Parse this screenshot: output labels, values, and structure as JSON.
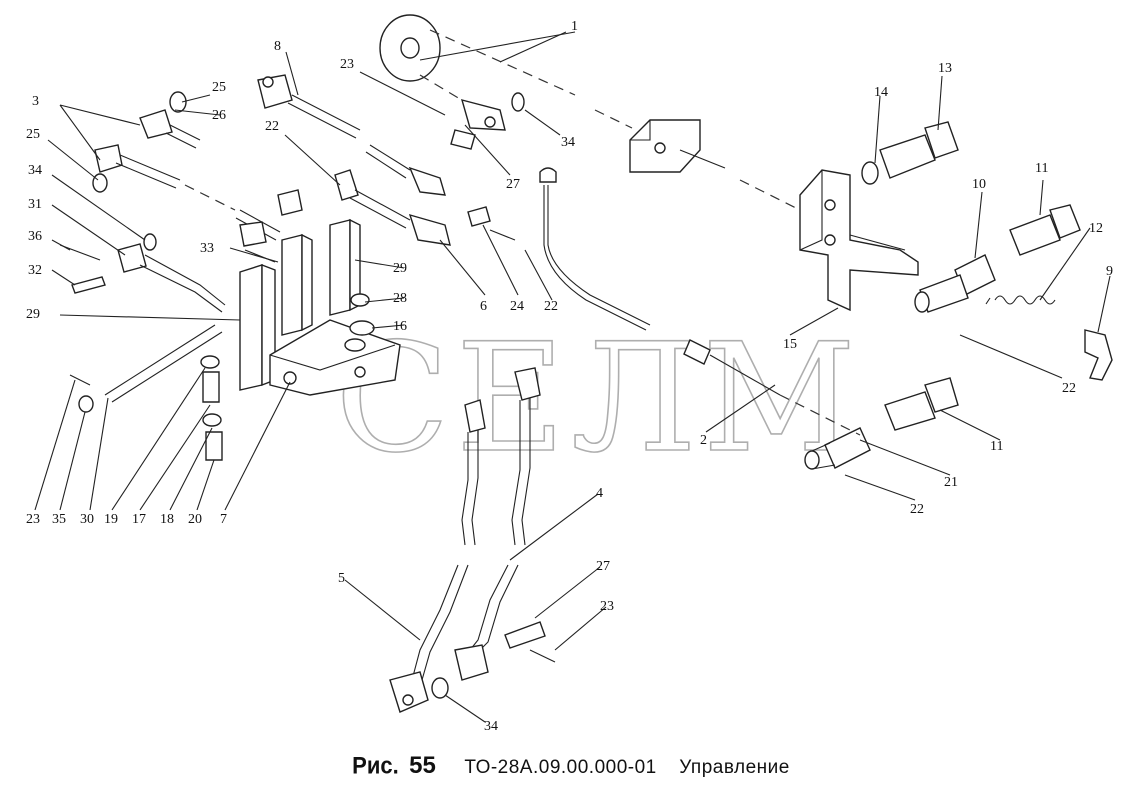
{
  "figure": {
    "prefix": "Рис.",
    "number": "55",
    "code": "ТО-28А.09.00.000-01",
    "title": "Управление"
  },
  "watermark": "СЕЛМ",
  "callouts": {
    "c1": "1",
    "c2a": "2",
    "c3": "3",
    "c4": "4",
    "c5": "5",
    "c6": "6",
    "c7": "7",
    "c8": "8",
    "c9": "9",
    "c10": "10",
    "c11a": "11",
    "c11b": "11",
    "c12": "12",
    "c13": "13",
    "c14": "14",
    "c15": "15",
    "c16": "16",
    "c17": "17",
    "c18": "18",
    "c19": "19",
    "c20": "20",
    "c21": "21",
    "c22a": "22",
    "c22b": "22",
    "c22c": "22",
    "c22d": "22",
    "c23a": "23",
    "c23b": "23",
    "c23c": "23",
    "c24": "24",
    "c25a": "25",
    "c25b": "25",
    "c26": "26",
    "c27a": "27",
    "c27b": "27",
    "c28": "28",
    "c29a": "29",
    "c29b": "29",
    "c30": "30",
    "c31": "31",
    "c32": "32",
    "c33": "33",
    "c34a": "34",
    "c34b": "34",
    "c34c": "34",
    "c35": "35",
    "c36": "36"
  }
}
